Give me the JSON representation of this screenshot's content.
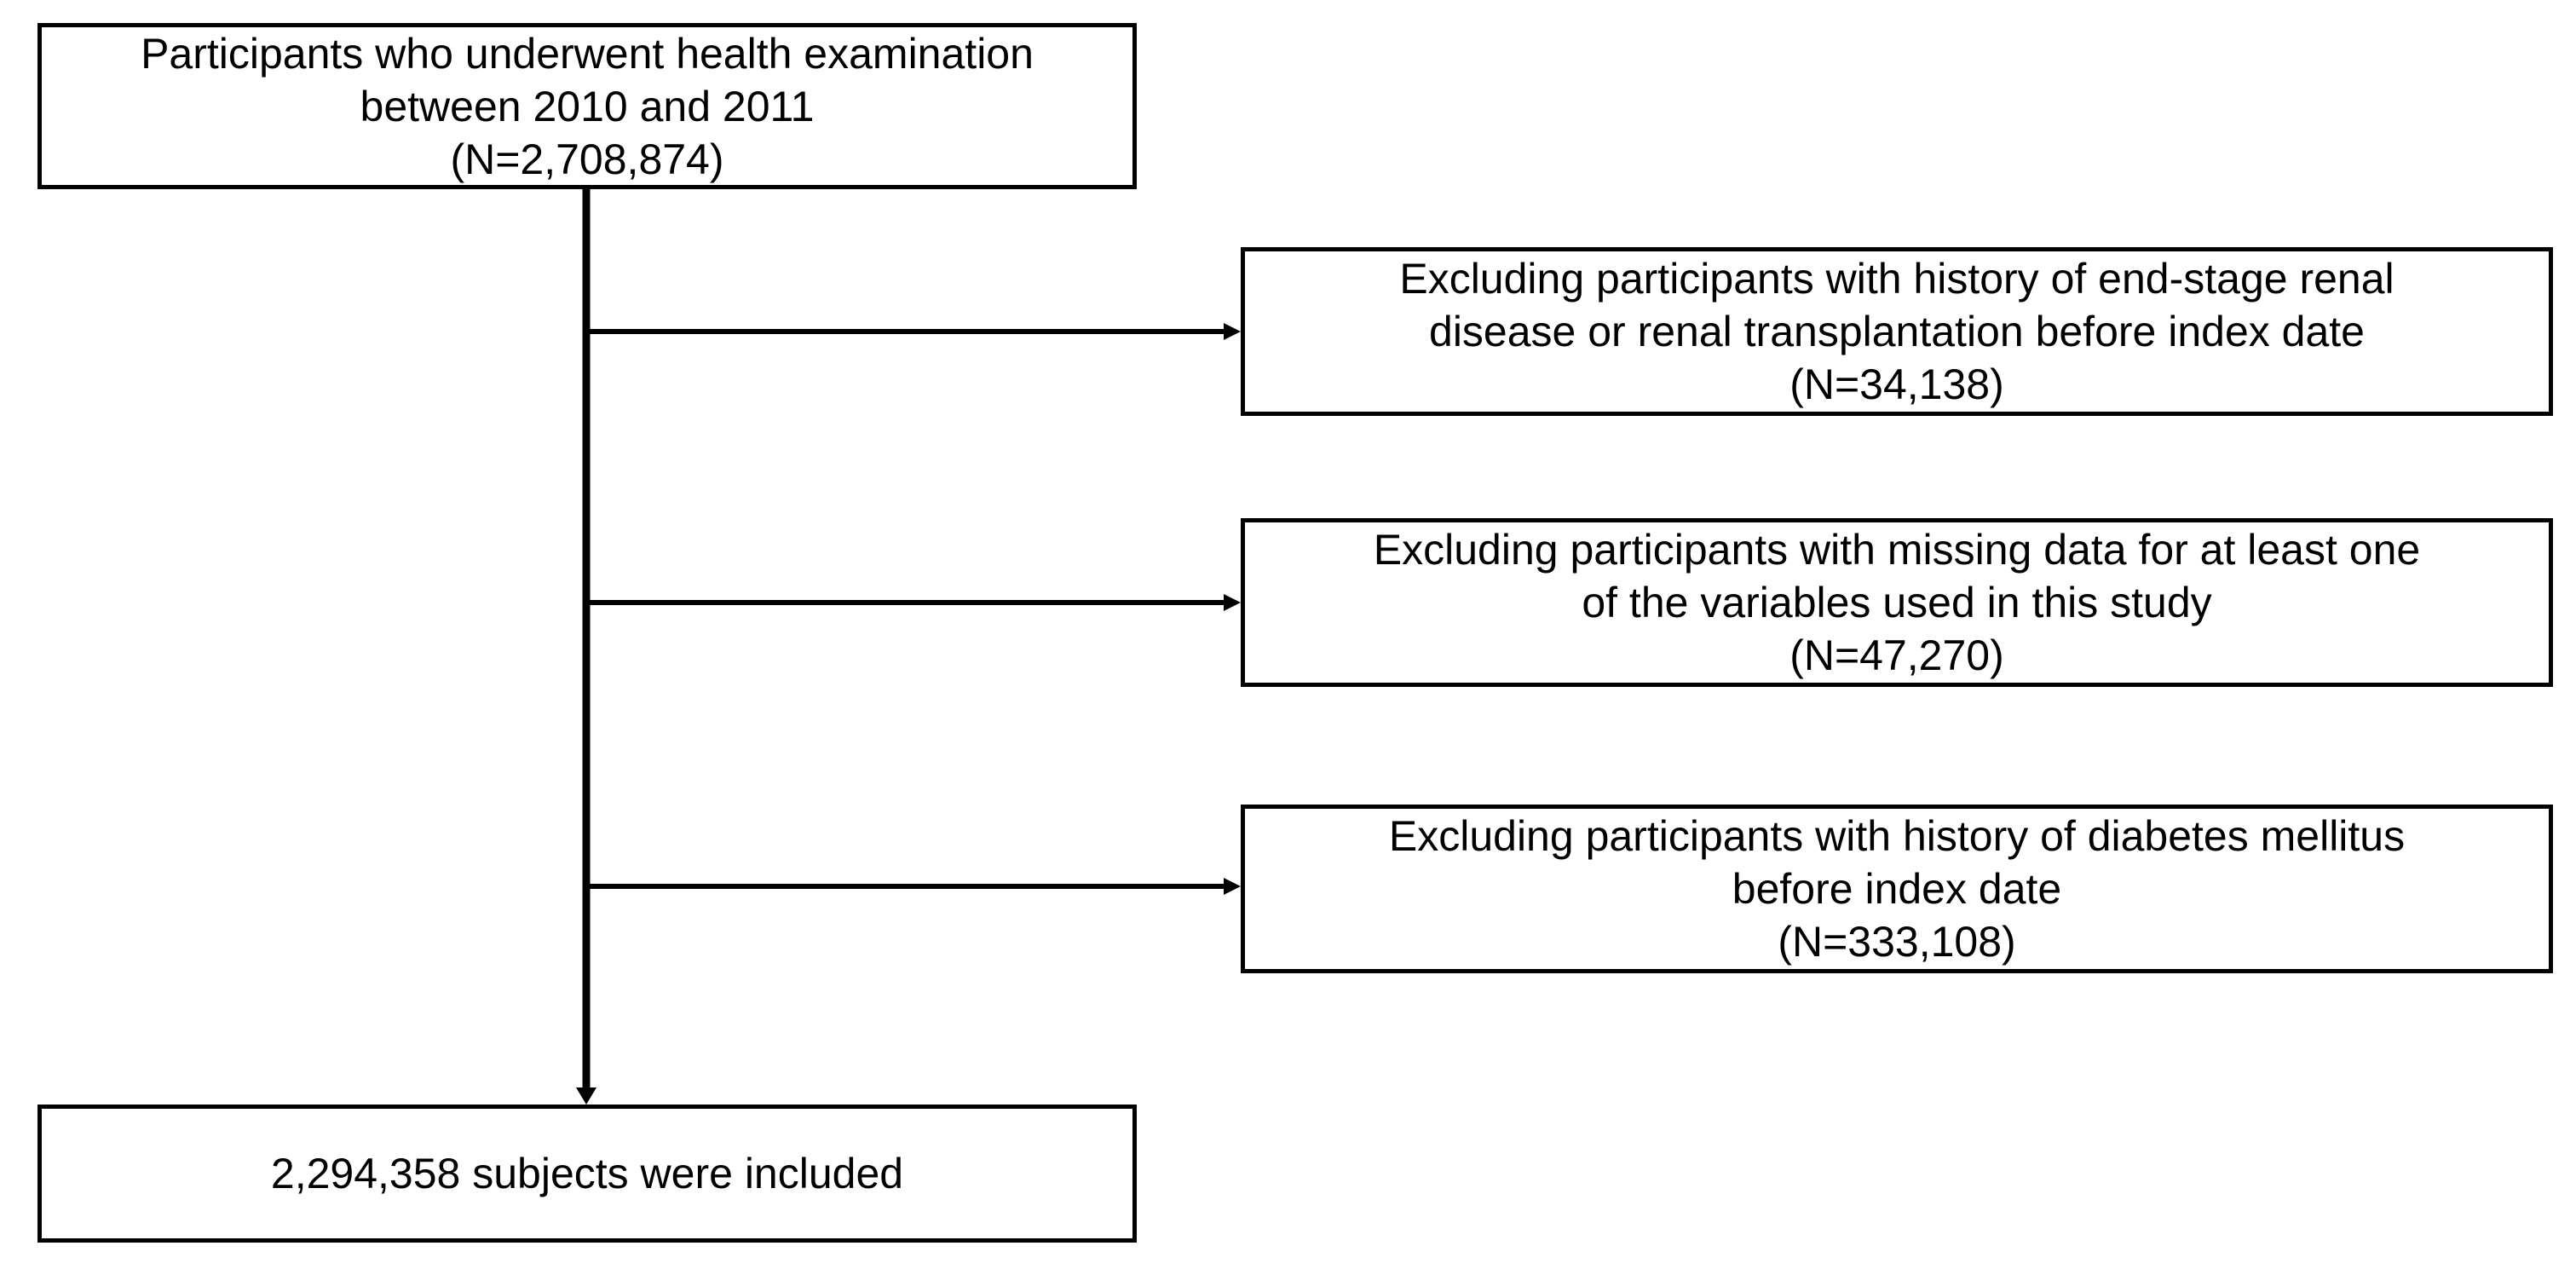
{
  "start": {
    "lines": [
      "Participants who underwent health examination",
      "between 2010 and 2011",
      "(N=2,708,874)"
    ]
  },
  "exclusions": [
    {
      "lines": [
        "Excluding participants with history of end-stage renal",
        "disease or renal transplantation before index date",
        "(N=34,138)"
      ]
    },
    {
      "lines": [
        "Excluding participants with missing data for at least one",
        "of the variables used in this study",
        "(N=47,270)"
      ]
    },
    {
      "lines": [
        "Excluding participants with history of diabetes mellitus",
        "before index date",
        "(N=333,108)"
      ]
    }
  ],
  "final": {
    "lines": [
      "2,294,358 subjects were included"
    ]
  },
  "colors": {
    "line": "#000000",
    "box_border": "#000000",
    "background": "#ffffff"
  }
}
